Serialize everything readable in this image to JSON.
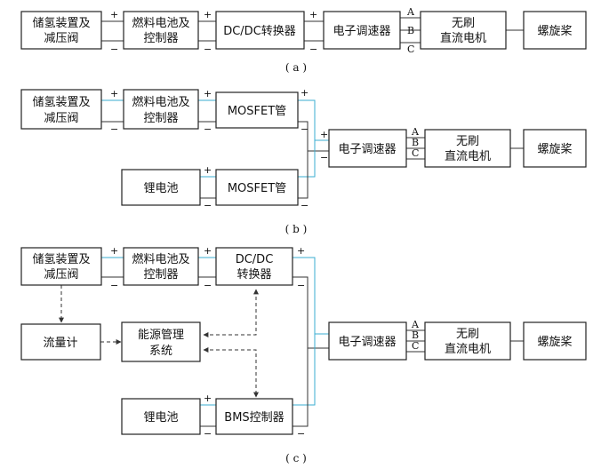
{
  "diagram_a": {
    "caption": "( a )",
    "hydrogen_line1": "储氢装置及",
    "hydrogen_line2": "减压阀",
    "fuelcell_line1": "燃料电池及",
    "fuelcell_line2": "控制器",
    "dcdc": "DC/DC转换器",
    "esc": "电子调速器",
    "motor_line1": "无刷",
    "motor_line2": "直流电机",
    "propeller": "螺旋桨",
    "plus": "+",
    "minus": "−",
    "phase_a": "A",
    "phase_b": "B",
    "phase_c": "C"
  },
  "diagram_b": {
    "caption": "( b )",
    "hydrogen_line1": "储氢装置及",
    "hydrogen_line2": "减压阀",
    "fuelcell_line1": "燃料电池及",
    "fuelcell_line2": "控制器",
    "mosfet_top": "MOSFET管",
    "battery": "锂电池",
    "mosfet_bottom": "MOSFET管",
    "esc": "电子调速器",
    "motor_line1": "无刷",
    "motor_line2": "直流电机",
    "propeller": "螺旋桨",
    "plus": "+",
    "minus": "−",
    "phase_a": "A",
    "phase_b": "B",
    "phase_c": "C"
  },
  "diagram_c": {
    "caption": "( c )",
    "hydrogen_line1": "储氢装置及",
    "hydrogen_line2": "减压阀",
    "fuelcell_line1": "燃料电池及",
    "fuelcell_line2": "控制器",
    "dcdc_line1": "DC/DC",
    "dcdc_line2": "转换器",
    "flowmeter": "流量计",
    "ems_line1": "能源管理",
    "ems_line2": "系统",
    "battery": "锂电池",
    "bms": "BMS控制器",
    "esc": "电子调速器",
    "motor_line1": "无刷",
    "motor_line2": "直流电机",
    "propeller": "螺旋桨",
    "plus": "+",
    "minus": "−",
    "phase_a": "A",
    "phase_b": "B",
    "phase_c": "C"
  },
  "colors": {
    "positive_wire": "#3aaed0",
    "negative_wire": "#333333"
  }
}
